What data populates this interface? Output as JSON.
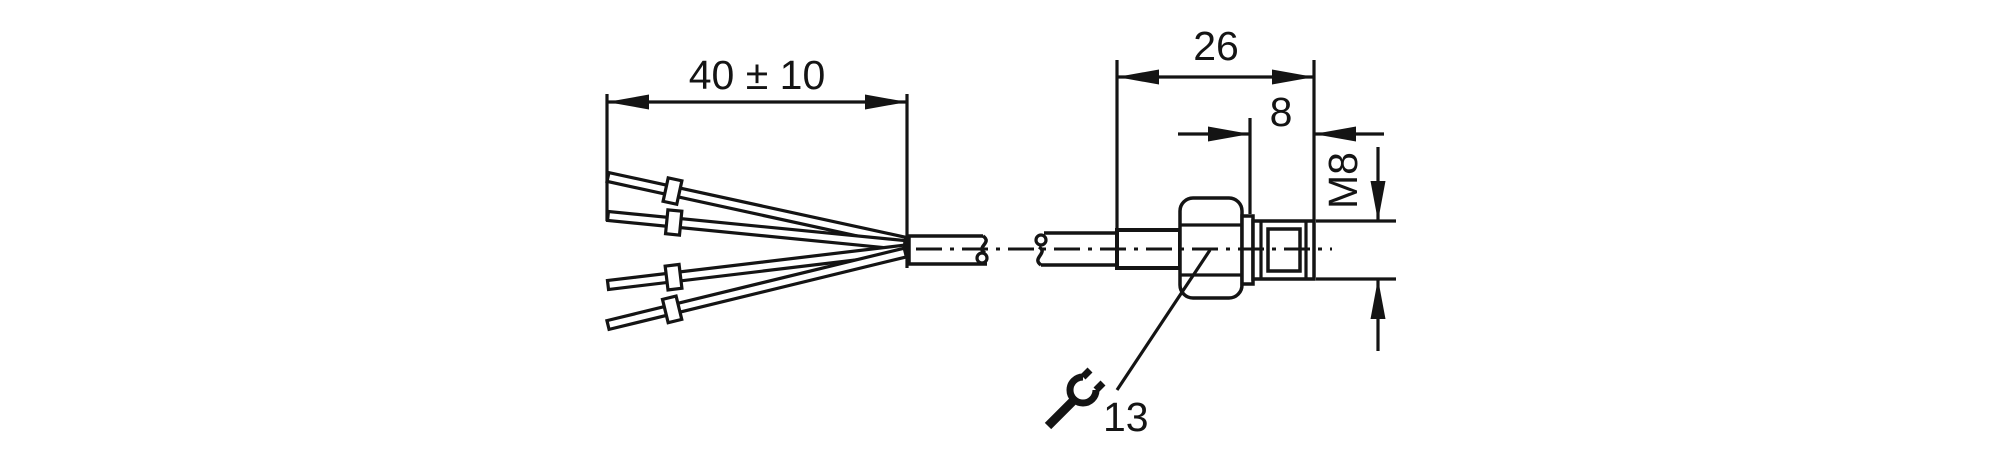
{
  "page": {
    "background": "#ffffff",
    "line_color": "#141414"
  },
  "labels": {
    "stripped_length": "40 ± 10",
    "connector_length": "26",
    "thread_length": "8",
    "thread_size": "M8",
    "wrench_size": "13"
  }
}
